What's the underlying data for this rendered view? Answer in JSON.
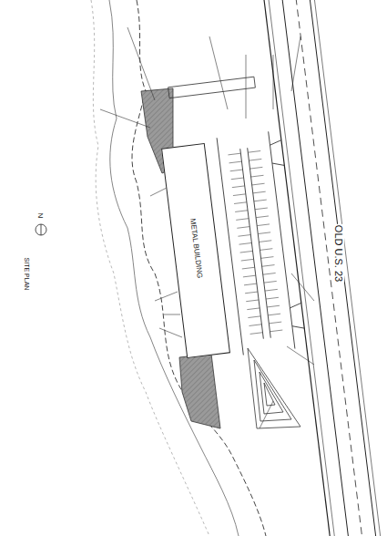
{
  "diagram": {
    "title": "SITE PLAN",
    "nodes": [
      {
        "text": [
          "METAL BUILDING"
        ]
      }
    ],
    "labels": [
      "OLD U.S. 23",
      "N"
    ]
  }
}
